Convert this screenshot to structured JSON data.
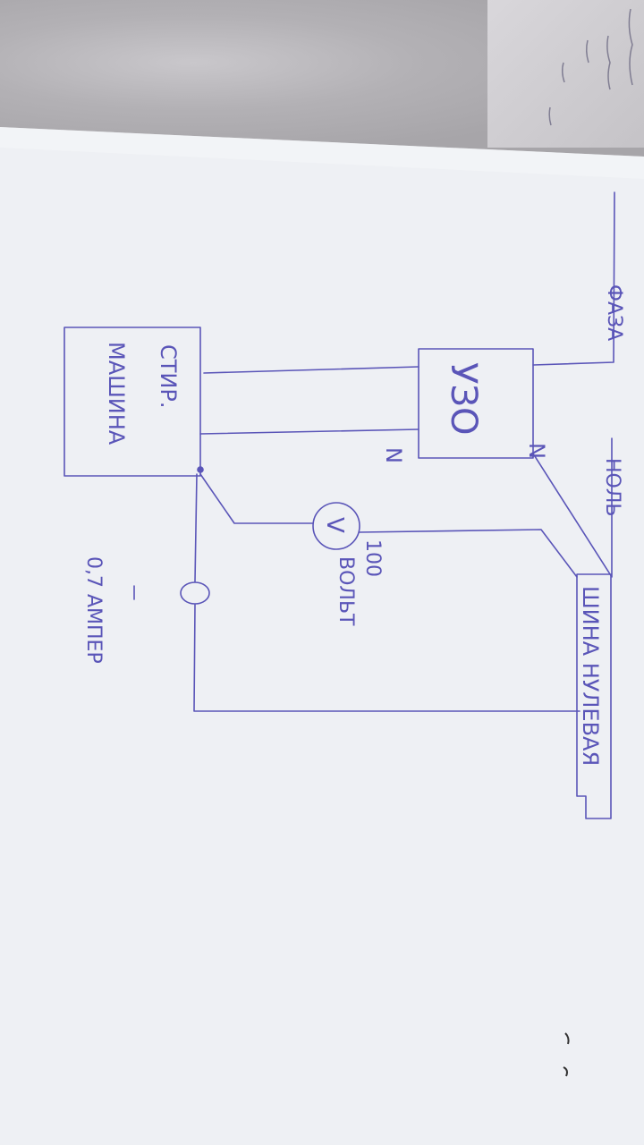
{
  "labels": {
    "phase": "ФАЗА",
    "neutral": "НОЛЬ",
    "rcd": "УЗО",
    "rcd_n_top": "N",
    "rcd_n_bottom": "N",
    "washer_line1": "СТИР.",
    "washer_line2": "МАШИНА",
    "voltmeter": "V",
    "voltage_value": "100",
    "voltage_unit": "ВОЛЬТ",
    "current": "0,7 АМПЕР",
    "bus": "ШИНА НУЛЕВАЯ"
  },
  "colors": {
    "ink": "#5a55b8",
    "paper": "#f2f3f7",
    "background": "#8d8a8d"
  }
}
